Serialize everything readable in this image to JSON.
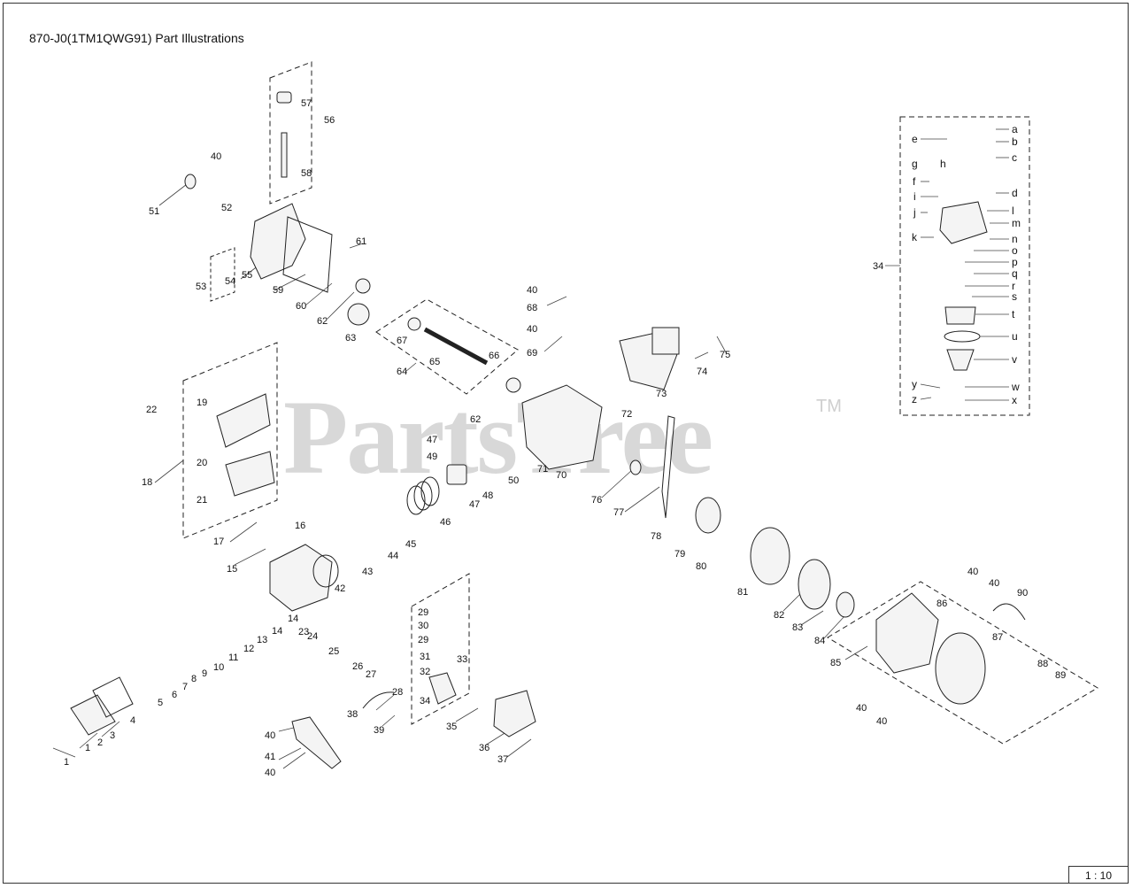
{
  "title": "870-J0(1TM1QWG91) Part Illustrations",
  "scale": "1 : 10",
  "watermark": "PartsTree",
  "watermark_tm": "TM",
  "callouts": [
    "1",
    "1",
    "2",
    "3",
    "4",
    "5",
    "6",
    "7",
    "8",
    "9",
    "10",
    "11",
    "12",
    "13",
    "14",
    "14",
    "15",
    "16",
    "17",
    "18",
    "19",
    "20",
    "21",
    "22",
    "23",
    "24",
    "25",
    "26",
    "27",
    "28",
    "29",
    "29",
    "30",
    "31",
    "32",
    "33",
    "34",
    "34",
    "35",
    "36",
    "37",
    "38",
    "39",
    "40",
    "40",
    "40",
    "40",
    "40",
    "40",
    "40",
    "40",
    "40",
    "41",
    "42",
    "43",
    "44",
    "45",
    "46",
    "47",
    "47",
    "48",
    "49",
    "50",
    "51",
    "52",
    "53",
    "54",
    "55",
    "56",
    "57",
    "58",
    "59",
    "60",
    "61",
    "62",
    "62",
    "63",
    "64",
    "65",
    "66",
    "67",
    "68",
    "69",
    "70",
    "71",
    "72",
    "73",
    "74",
    "75",
    "76",
    "77",
    "78",
    "79",
    "80",
    "81",
    "82",
    "83",
    "84",
    "85",
    "86",
    "87",
    "88",
    "89",
    "90"
  ],
  "subparts": [
    "a",
    "b",
    "c",
    "d",
    "e",
    "f",
    "g",
    "h",
    "i",
    "j",
    "k",
    "l",
    "m",
    "n",
    "o",
    "p",
    "q",
    "r",
    "s",
    "t",
    "u",
    "v",
    "w",
    "x",
    "y",
    "z"
  ]
}
